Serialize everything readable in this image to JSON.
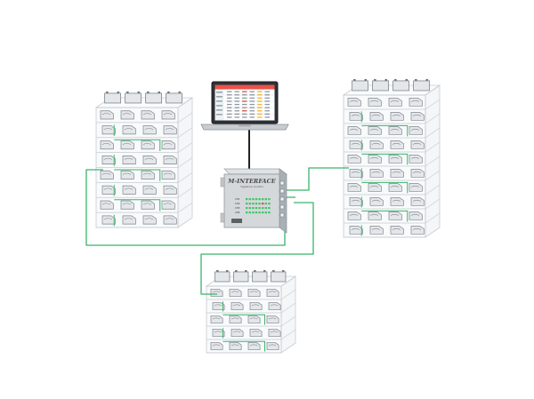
{
  "colors": {
    "wire": "#3bb36a",
    "rack_edge": "#c6ccd2",
    "rack_fill": "#f4f6f8",
    "battery_body": "#e4e7ea",
    "battery_edge": "#7d858c",
    "cable": "#222222",
    "module_body": "#c8cdd1",
    "led_green": "#45c36a",
    "led_red": "#e0503a"
  },
  "laptop": {
    "icon": "laptop-icon",
    "screen_table_rows": 9
  },
  "module": {
    "brand": "M-INTERFACE",
    "subtitle": "Vigilance Control",
    "channel_labels": [
      "CH1",
      "CH2",
      "CH3",
      "CH4"
    ]
  },
  "racks": [
    {
      "name": "left-rack",
      "shelves": 8,
      "cols": 4,
      "icon": "battery-rack-icon"
    },
    {
      "name": "right-rack",
      "shelves": 10,
      "cols": 4,
      "icon": "battery-rack-icon"
    },
    {
      "name": "bottom-rack",
      "shelves": 5,
      "cols": 4,
      "icon": "battery-rack-icon"
    }
  ]
}
